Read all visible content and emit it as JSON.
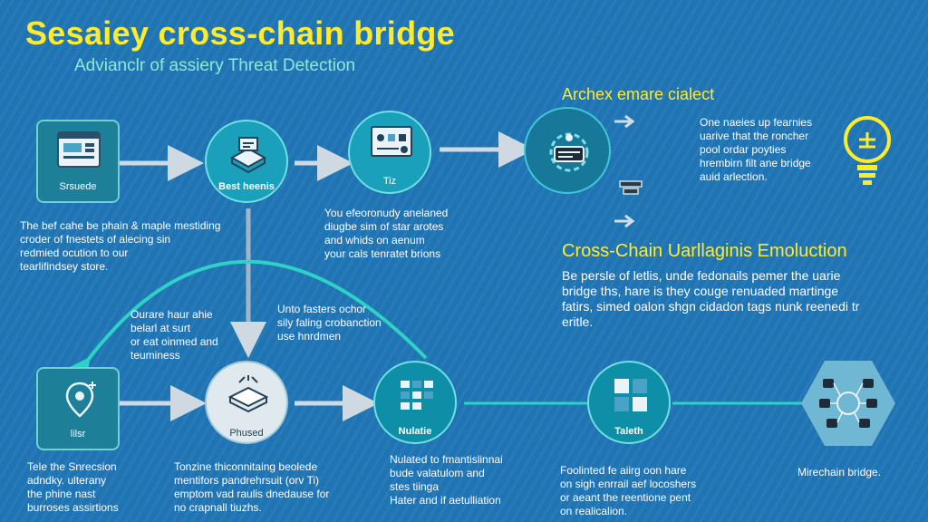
{
  "header": {
    "title": "Sesaiey cross-chain bridge",
    "subtitle": "Advianclr of assiery Threat Detection"
  },
  "top_nodes": [
    {
      "label": "Srsuede"
    },
    {
      "label": "Best heenis"
    },
    {
      "label": "Tiz"
    }
  ],
  "bottom_nodes": [
    {
      "label": "lilsr"
    },
    {
      "label": "Phused"
    },
    {
      "label": "Nulatie"
    },
    {
      "label": "Taleth"
    },
    {
      "label": "Mirechain bridge."
    }
  ],
  "texts": {
    "left_top": [
      "The bef cahe be phain & maple mestiding",
      "croder of fnestets of alecing sin",
      "redmied ocution to our",
      "tearlifindsey store."
    ],
    "mid_top": [
      "You efeoronudy anelaned",
      "diugbe sim of star arotes",
      "and whids on aenum",
      "your cals tenratet brions"
    ],
    "center_left": [
      "Ourare haur ahie",
      "belarl at surt",
      "or eat oinmed and",
      "teuminess"
    ],
    "center_right": [
      "Unto fasters ochor",
      "sily faling crobanction",
      "use hnrdmen"
    ],
    "bottom_1": [
      "Tele the Snrecsion",
      "adndky. ulterany",
      "the phine nast",
      "burroses assirtions"
    ],
    "bottom_2": [
      "Tonzine thiconnitaing beolede",
      "mentifors pandrehrsuit (orv Ti)",
      "emptom vad raulis dnedause for",
      "no crapnall tiuzhs."
    ],
    "bottom_3": [
      "Nulated to fmantislinnai",
      "bude valatulom and",
      "stes tiinga",
      "Hater and if aetulliation"
    ],
    "bottom_4": [
      "Foolinted fe aiirg oon hare",
      "on sigh enrrail aef locoshers",
      "or aeant the reentione pent",
      "on realicalion."
    ]
  },
  "right_panel": {
    "heading": "Archex emare cialect",
    "text": [
      "One naeies up fearnies",
      "uarive that the roncher",
      "pool ordar poyties",
      "hrembirn filt ane bridge",
      "auid arlection."
    ],
    "section_title": "Cross-Chain Uarllaginis Emoluction",
    "section_text": [
      "Be persle of letlis, unde fedonails pemer the uarie",
      "bridge ths, hare is they couge renuaded martinge",
      "fatirs, simed oalon shgn cidadon tags nunk reenedi tr",
      "eritle."
    ]
  },
  "colors": {
    "background": "#1f74b4",
    "title": "#ffeb2e",
    "subtitle": "#8de8d8",
    "node_fill": "#1aa0ba",
    "node_border": "#6fe0e4",
    "connector": "#2fd0c6"
  }
}
